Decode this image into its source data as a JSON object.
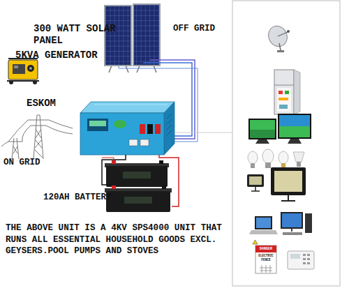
{
  "diagram": {
    "caption": "THE ABOVE UNIT IS A 4KV SPS4000 UNIT THAT RUNS ALL ESSENTIAL HOUSEHOLD GOODS EXCL. GEYSERS.POOL PUMPS AND STOVES",
    "labels": [
      "300 WATT SOLAR PANEL",
      "OFF GRID",
      "5KVA GENERATOR",
      "ESKOM",
      "ON GRID",
      "120AH BATTERY",
      "DANGER",
      "ELECTRIC FENCE"
    ]
  }
}
